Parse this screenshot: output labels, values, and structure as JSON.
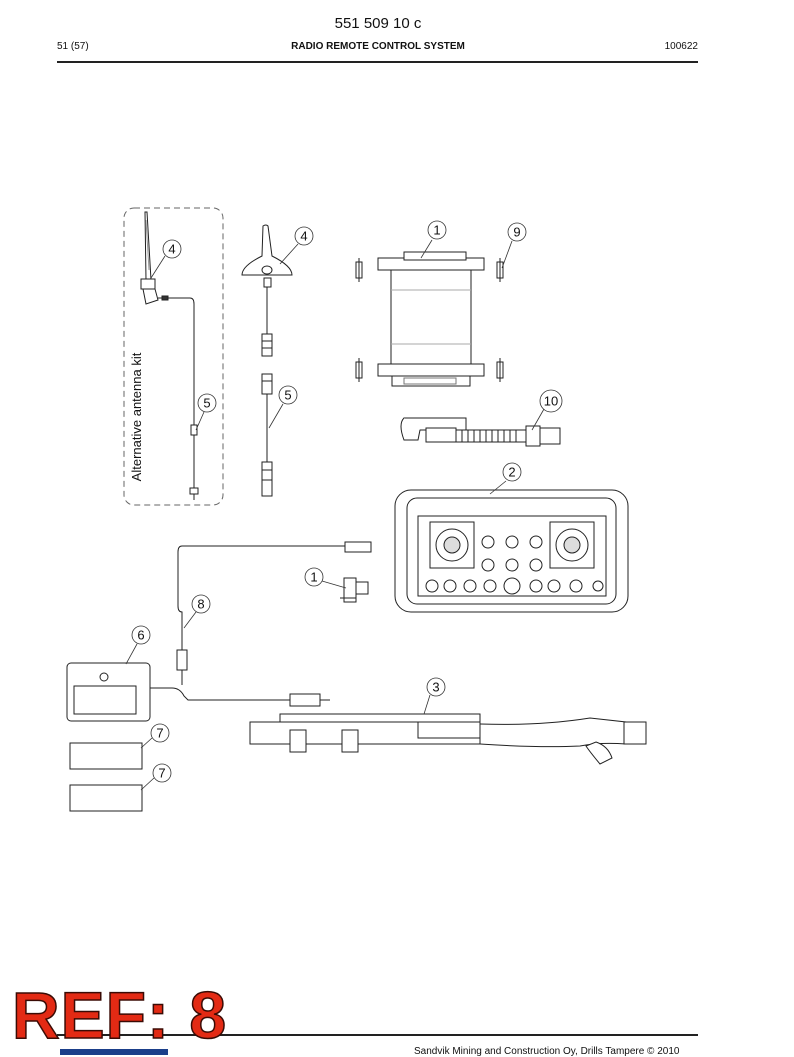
{
  "header": {
    "doc_number": "551 509 10 c",
    "page": "51 (57)",
    "title": "RADIO REMOTE CONTROL SYSTEM",
    "date_code": "100622"
  },
  "figure": {
    "kit_label": "Alternative antenna kit",
    "callouts": [
      "1",
      "1",
      "2",
      "3",
      "4",
      "4",
      "5",
      "5",
      "6",
      "7",
      "7",
      "8",
      "9",
      "10"
    ]
  },
  "footer": {
    "company": "Sandvik Mining and Construction Oy, Drills Tampere © 2010"
  },
  "stamp": {
    "ref_label": "REF: 8"
  }
}
